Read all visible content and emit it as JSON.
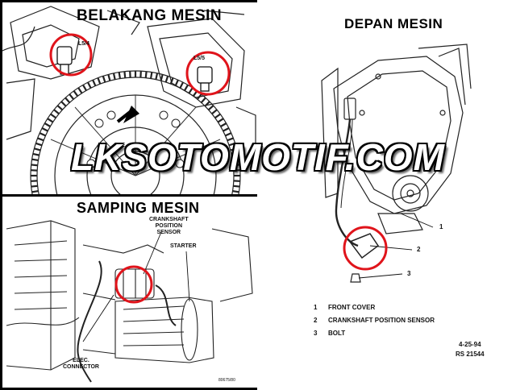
{
  "panels": {
    "back": {
      "title": "BELAKANG MESIN",
      "labels": {
        "left_sensor": "L5/4",
        "right_sensor": "L5/5"
      }
    },
    "side": {
      "title": "SAMPING MESIN",
      "labels": {
        "crank_sensor": "CRANKSHAFT\nPOSITION\nSENSOR",
        "starter": "STARTER",
        "connector": "ELEC.\nCONNECTOR",
        "code": "80675/80"
      }
    },
    "front": {
      "title": "DEPAN MESIN",
      "callouts": [
        "1",
        "2",
        "3"
      ],
      "legend": [
        {
          "num": "1",
          "text": "FRONT COVER"
        },
        {
          "num": "2",
          "text": "CRANKSHAFT POSITION SENSOR"
        },
        {
          "num": "3",
          "text": "BOLT"
        }
      ],
      "ref_date": "4-25-94",
      "ref_code": "RS 21544"
    }
  },
  "watermark": "LKSOTOMOTIF.COM",
  "colors": {
    "highlight_circle": "#e0141b",
    "ink": "#111111"
  }
}
